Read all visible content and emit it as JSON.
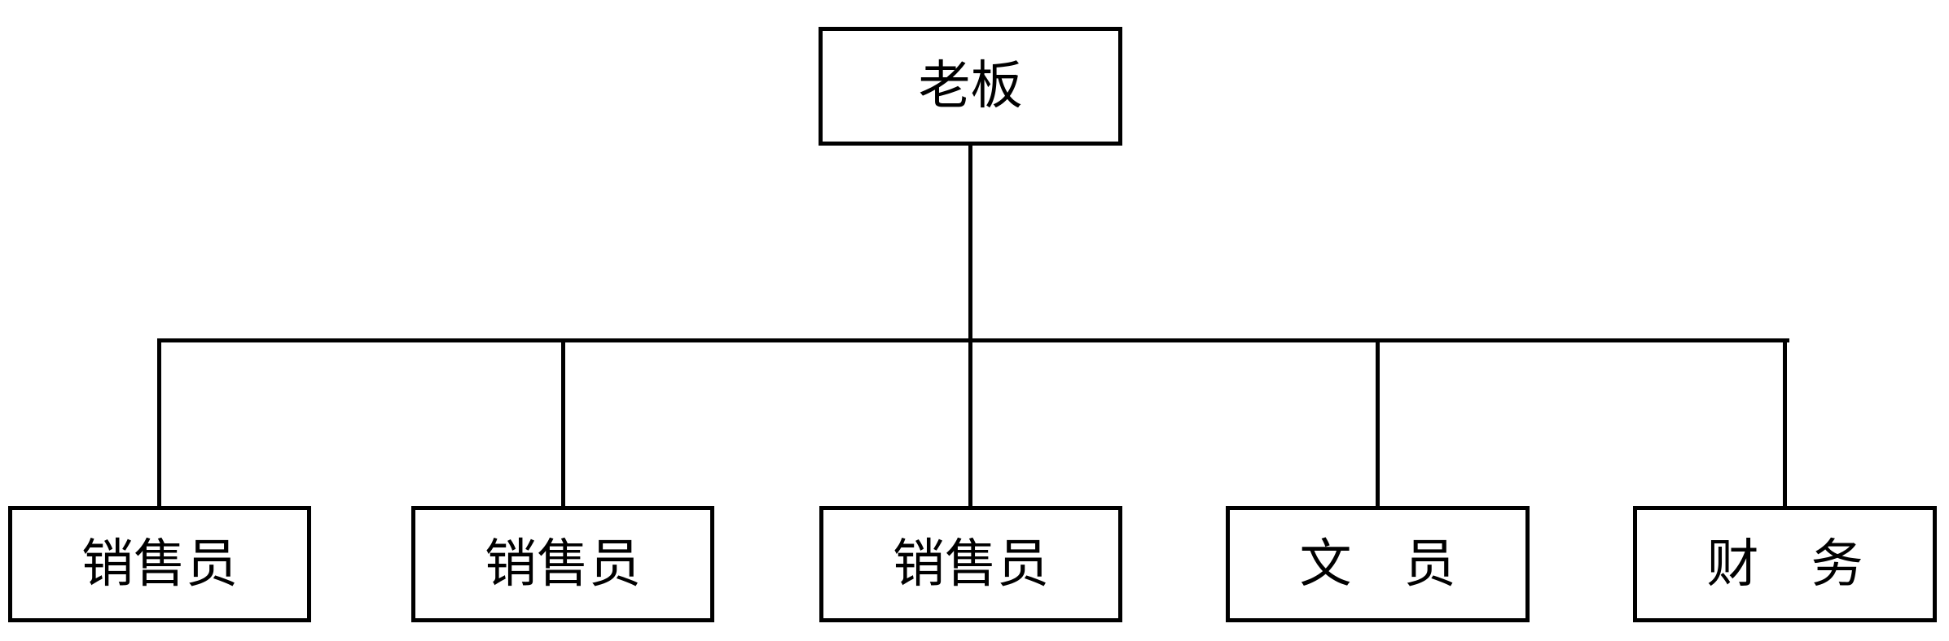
{
  "diagram": {
    "type": "org-chart",
    "root": {
      "label": "老板"
    },
    "children": [
      {
        "label": "销售员"
      },
      {
        "label": "销售员"
      },
      {
        "label": "销售员"
      },
      {
        "label": "文　员"
      },
      {
        "label": "财　务"
      }
    ],
    "colors": {
      "line": "#000000",
      "box_border": "#000000",
      "box_fill": "#ffffff",
      "background": "#ffffff",
      "text": "#000000"
    }
  }
}
